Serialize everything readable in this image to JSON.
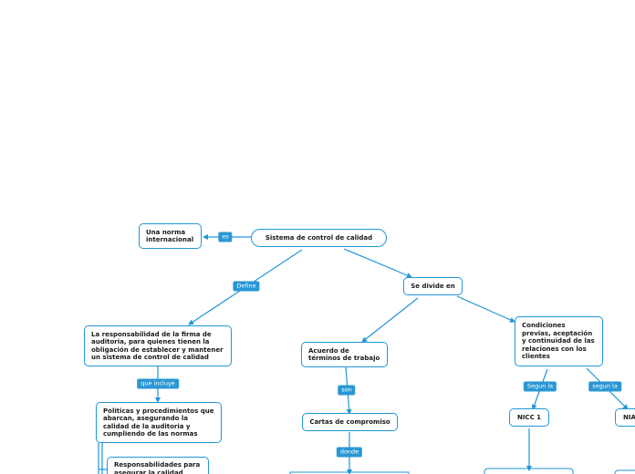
{
  "nodes": {
    "root": "Sistema de control de calidad",
    "norma": "Una norma internacional",
    "responsabilidad": "La responsabilidad de la firma de auditoria, para quienes tienen la obligación de establecer y mantener un sistema de control de calidad",
    "se_divide": "Se divide en",
    "politicas": "Politicas y procedimientos que abarcan, asegurando la calidad de la auditoria y cumpliendo de las normas",
    "responsabilidades": "Responsabilidades para asegurar la calidad",
    "acuerdo": "Acuerdo de términos de trabajo",
    "cartas": "Cartas de compromiso",
    "condiciones": "Condiciones previas, aceptación y continuidad de las relaciones con los clientes",
    "nicc": "NICC 1",
    "nia": "NIA"
  },
  "links": {
    "es": "es",
    "define": "Define",
    "que_incluye": "que incluye",
    "son": "son",
    "donde": "donde",
    "segun_la_1": "Segun la",
    "segun_la_2": "segun la"
  },
  "colors": {
    "accent": "#2196d6",
    "label_bg": "#2a97d4",
    "text": "#1a1a1a"
  }
}
